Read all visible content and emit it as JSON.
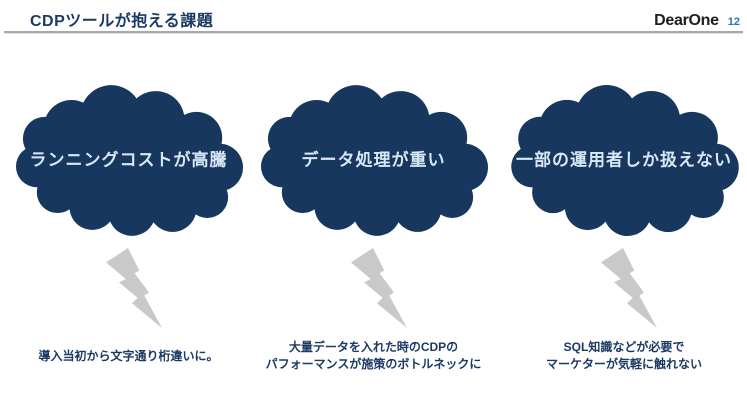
{
  "header": {
    "title": "CDPツールが抱える課題",
    "logo": "DearOne",
    "page_number": "12"
  },
  "challenges": [
    {
      "cloud_label": "ランニングコストが高騰",
      "caption": "導入当初から文字通り桁違いに。"
    },
    {
      "cloud_label": "データ処理が重い",
      "caption": "大量データを入れた時のCDPの\nパフォーマンスが施策のボトルネックに"
    },
    {
      "cloud_label": "一部の運用者しか扱えない",
      "caption": "SQL知識などが必要で\nマーケターが気軽に触れない"
    }
  ],
  "colors": {
    "cloud": "#17375e",
    "cloud_text": "#d9e8f6",
    "navy_text": "#1b3a64",
    "bolt": "#c9c9c9",
    "page_number": "#2e74b5",
    "logo": "#1d1d1b",
    "divider": "#a9a9a9"
  }
}
